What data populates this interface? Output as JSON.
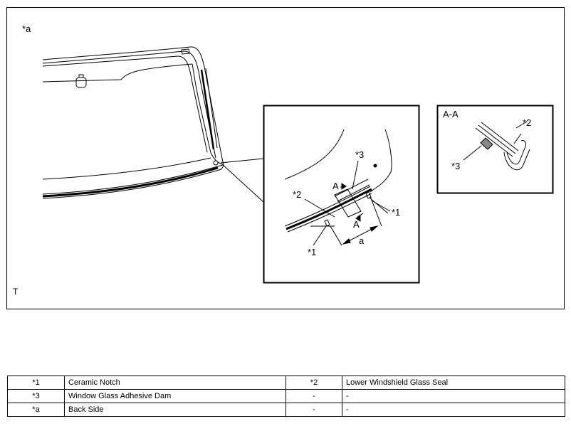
{
  "diagram": {
    "view_label": "*a",
    "corner_label": "T",
    "section_title": "A-A",
    "detail_labels": {
      "callout_3": "*3",
      "callout_2": "*2",
      "callout_1_right": "*1",
      "callout_1_left": "*1",
      "section_mark_upper": "A",
      "section_mark_lower": "A",
      "dimension": "a"
    },
    "section_labels": {
      "callout_2": "*2",
      "callout_3": "*3"
    }
  },
  "legend": {
    "rows": [
      {
        "code_left": "*1",
        "text_left": "Ceramic Notch",
        "code_right": "*2",
        "text_right": "Lower Windshield Glass Seal"
      },
      {
        "code_left": "*3",
        "text_left": "Window Glass Adhesive Dam",
        "code_right": "-",
        "text_right": "-"
      },
      {
        "code_left": "*a",
        "text_left": "Back Side",
        "code_right": "-",
        "text_right": "-"
      }
    ]
  }
}
